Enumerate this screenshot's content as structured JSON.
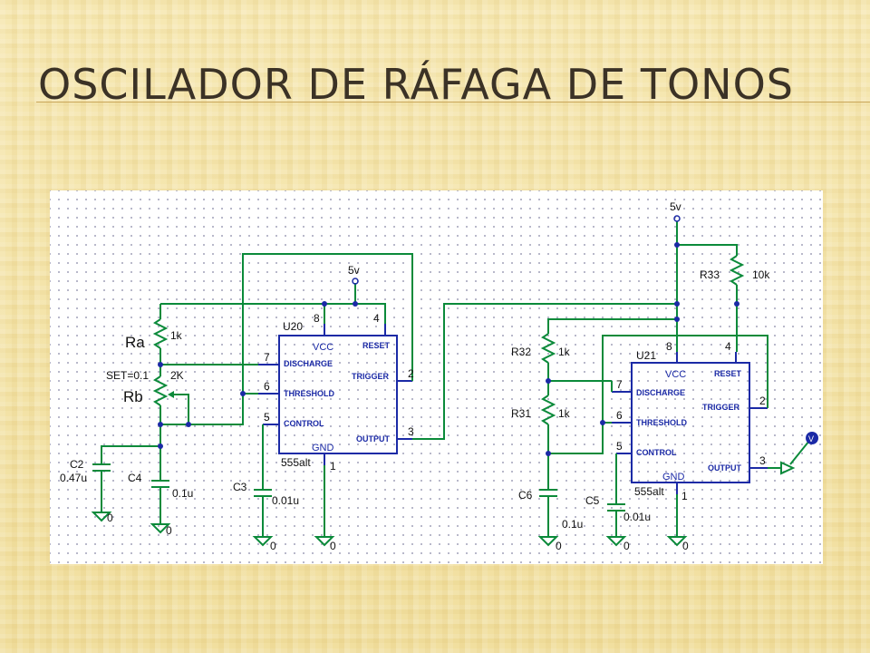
{
  "slide": {
    "title": "OSCILADOR DE RÁFAGA DE TONOS"
  },
  "circuit1": {
    "supply": "5v",
    "ic_ref": "U20",
    "ic_type": "555alt",
    "pins": {
      "vcc": "VCC",
      "reset": "RESET",
      "discharge": "DISCHARGE",
      "trigger": "TRIGGER",
      "threshold": "THRESHOLD",
      "control": "CONTROL",
      "output": "OUTPUT",
      "gnd": "GND"
    },
    "pin_numbers": {
      "p8": "8",
      "p4": "4",
      "p7": "7",
      "p2": "2",
      "p6": "6",
      "p5": "5",
      "p3": "3",
      "p1": "1"
    },
    "ra_name": "Ra",
    "ra_value": "1k",
    "rb_name": "Rb",
    "rb_value": "2K",
    "rb_set": "SET=0.1",
    "c2_name": "C2",
    "c2_value": "0.47u",
    "c4_name": "C4",
    "c4_value": "0.1u",
    "c3_name": "C3",
    "c3_value": "0.01u",
    "ground": "0"
  },
  "circuit2": {
    "supply": "5v",
    "ic_ref": "U21",
    "ic_type": "555alt",
    "pins": {
      "vcc": "VCC",
      "reset": "RESET",
      "discharge": "DISCHARGE",
      "trigger": "TRIGGER",
      "threshold": "THRESHOLD",
      "control": "CONTROL",
      "output": "OUTPUT",
      "gnd": "GND"
    },
    "pin_numbers": {
      "p8": "8",
      "p4": "4",
      "p7": "7",
      "p2": "2",
      "p6": "6",
      "p5": "5",
      "p3": "3",
      "p1": "1"
    },
    "r33_name": "R33",
    "r33_value": "10k",
    "r32_name": "R32",
    "r32_value": "1k",
    "r31_name": "R31",
    "r31_value": "1k",
    "c6_name": "C6",
    "c6_value": "0.1u",
    "c5_name": "C5",
    "c5_value": "0.01u",
    "probe": "V",
    "ground": "0"
  }
}
